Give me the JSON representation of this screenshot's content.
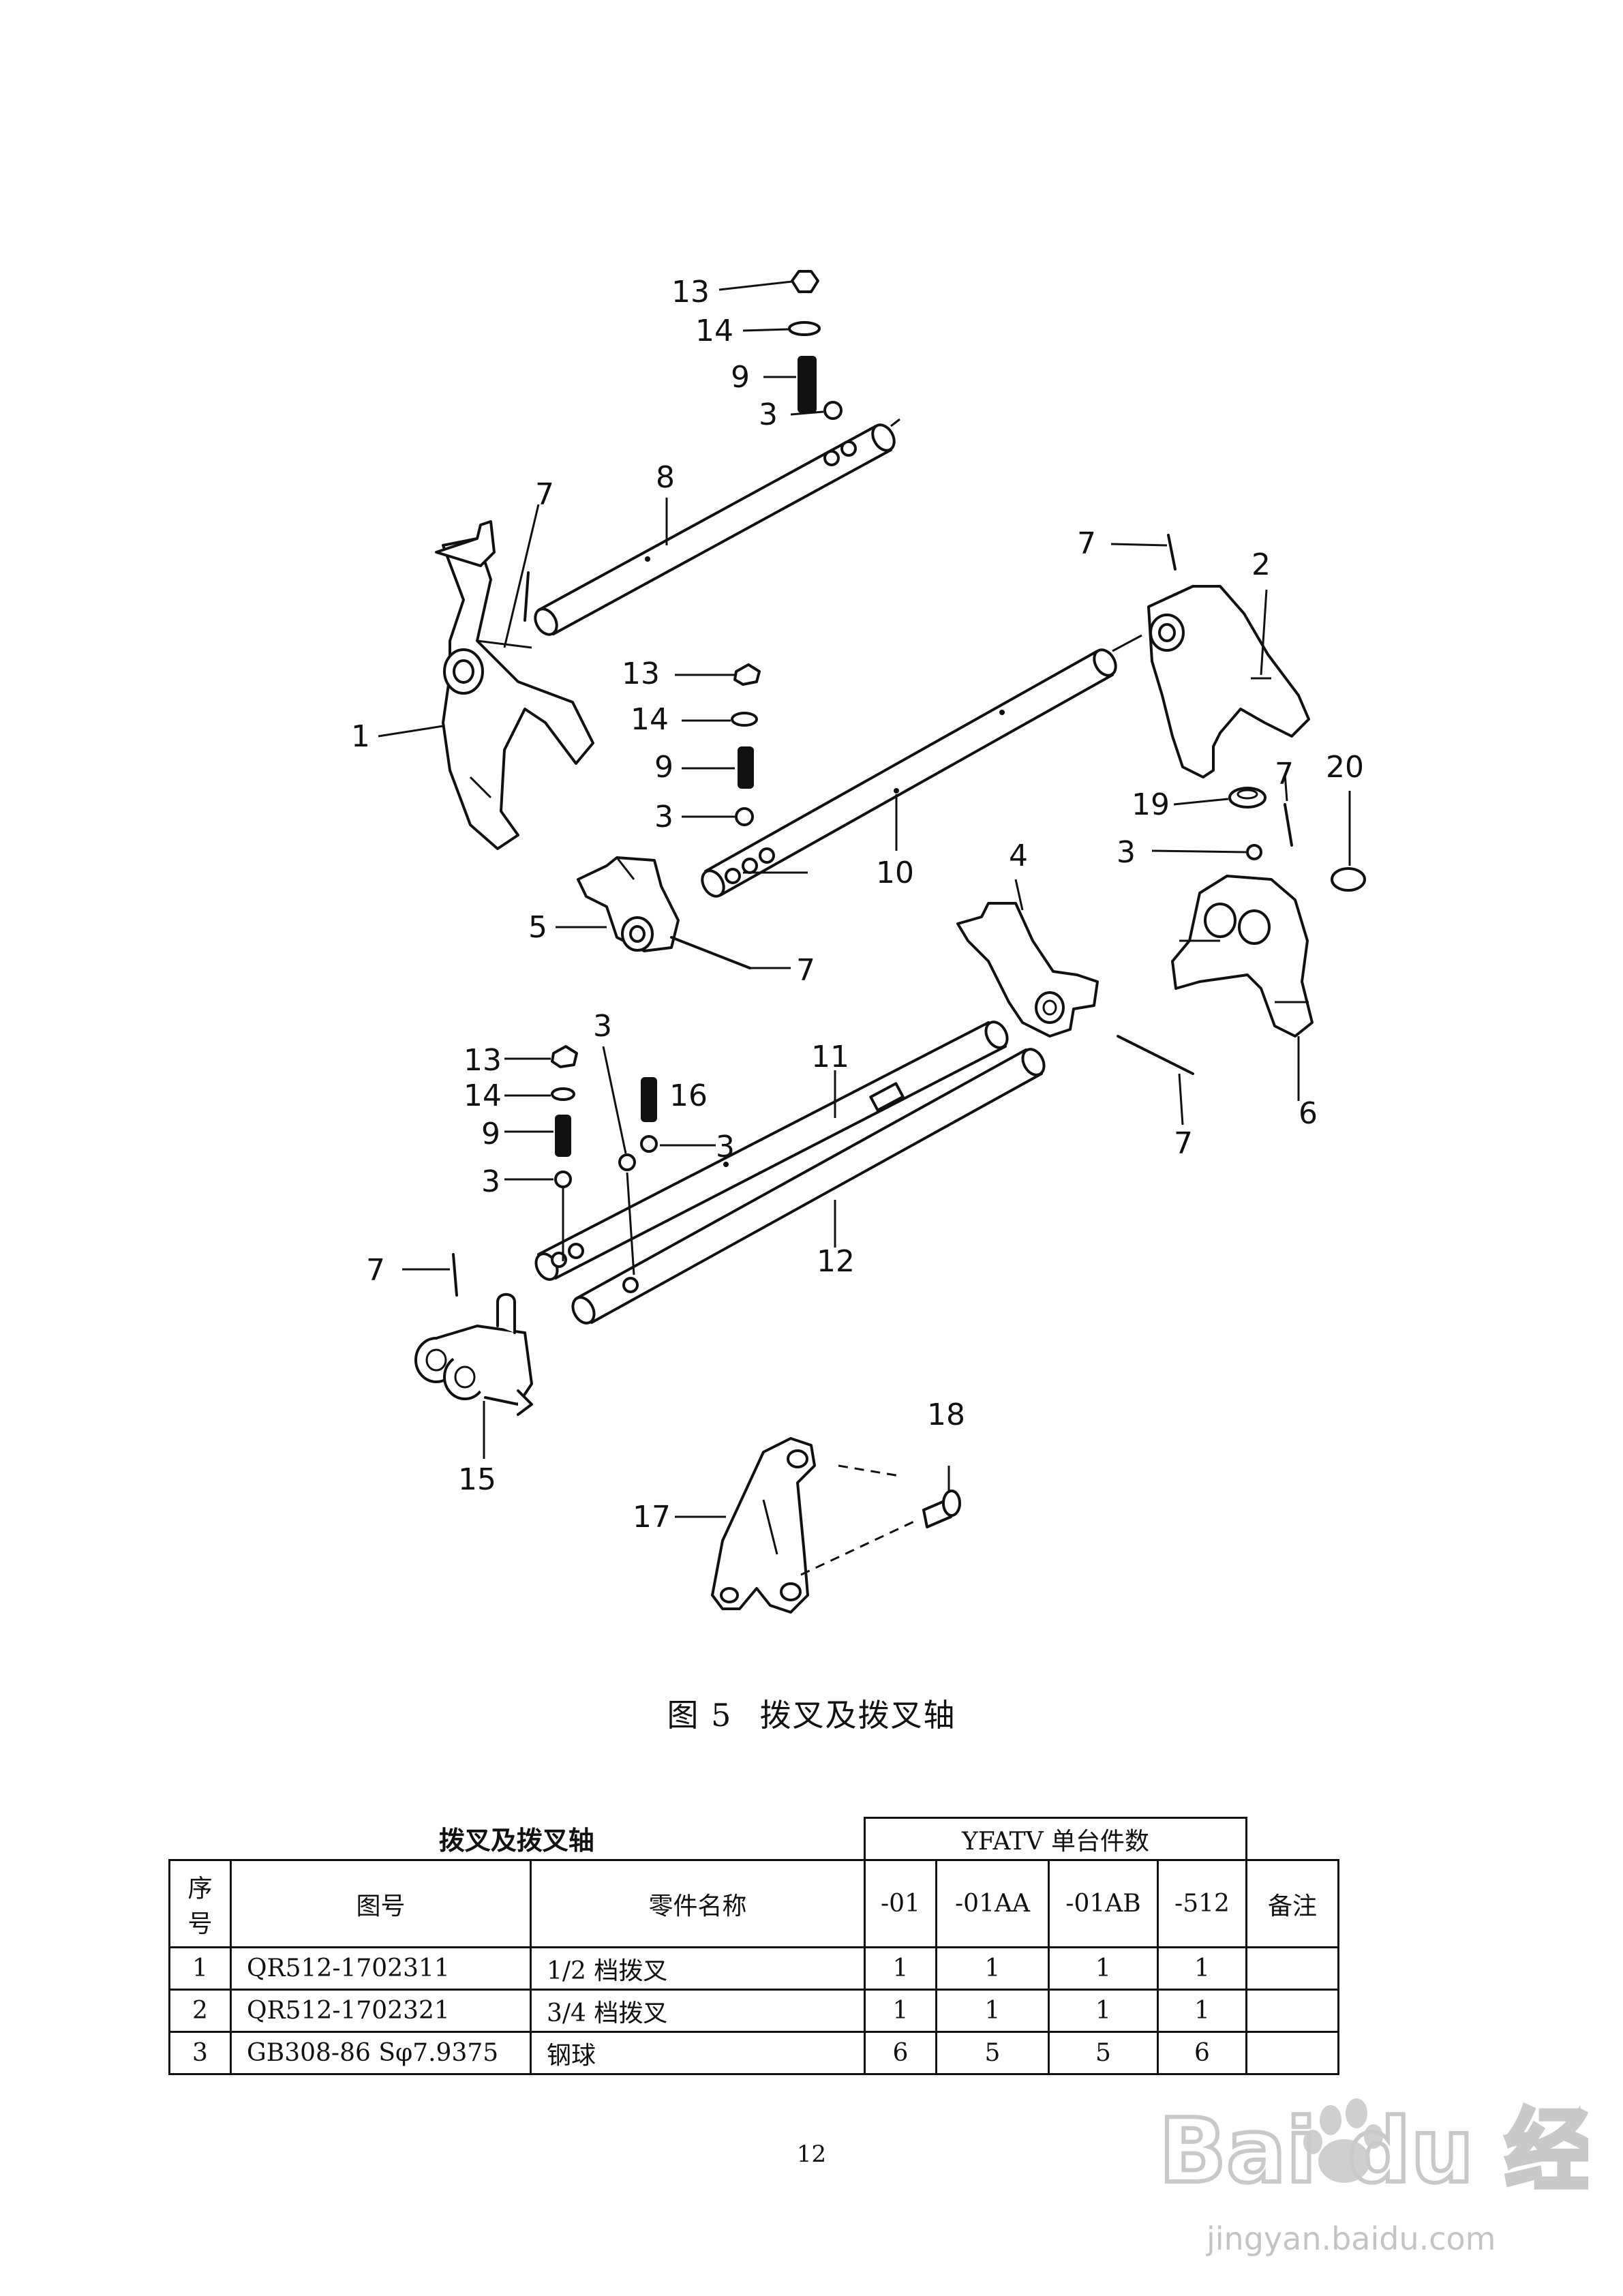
{
  "diagram": {
    "callouts": {
      "n1": "1",
      "n2": "2",
      "n3": "3",
      "n4": "4",
      "n5": "5",
      "n6": "6",
      "n7": "7",
      "n8": "8",
      "n9": "9",
      "n10": "10",
      "n11": "11",
      "n12": "12",
      "n13": "13",
      "n14": "14",
      "n15": "15",
      "n16": "16",
      "n17": "17",
      "n18": "18",
      "n19": "19",
      "n20": "20"
    }
  },
  "caption": {
    "figure_number": "图 5",
    "title": "拨叉及拨叉轴"
  },
  "table": {
    "title": "拨叉及拨叉轴",
    "group_header": "YFATV 单台件数",
    "headers": {
      "seq": "序\n号",
      "drawing_no": "图号",
      "part_name": "零件名称",
      "v1": "-01",
      "v2": "-01AA",
      "v3": "-01AB",
      "v4": "-512",
      "remark": "备注"
    },
    "rows": [
      {
        "seq": "1",
        "drawing_no": "QR512-1702311",
        "part_name": "1/2 档拨叉",
        "v1": "1",
        "v2": "1",
        "v3": "1",
        "v4": "1",
        "remark": ""
      },
      {
        "seq": "2",
        "drawing_no": "QR512-1702321",
        "part_name": "3/4 档拨叉",
        "v1": "1",
        "v2": "1",
        "v3": "1",
        "v4": "1",
        "remark": ""
      },
      {
        "seq": "3",
        "drawing_no": "GB308-86 Sφ7.9375",
        "part_name": "钢球",
        "v1": "6",
        "v2": "5",
        "v3": "5",
        "v4": "6",
        "remark": ""
      }
    ]
  },
  "page_number": "12",
  "watermark": {
    "brand": "Bai du 经验",
    "url": "jingyan.baidu.com"
  }
}
